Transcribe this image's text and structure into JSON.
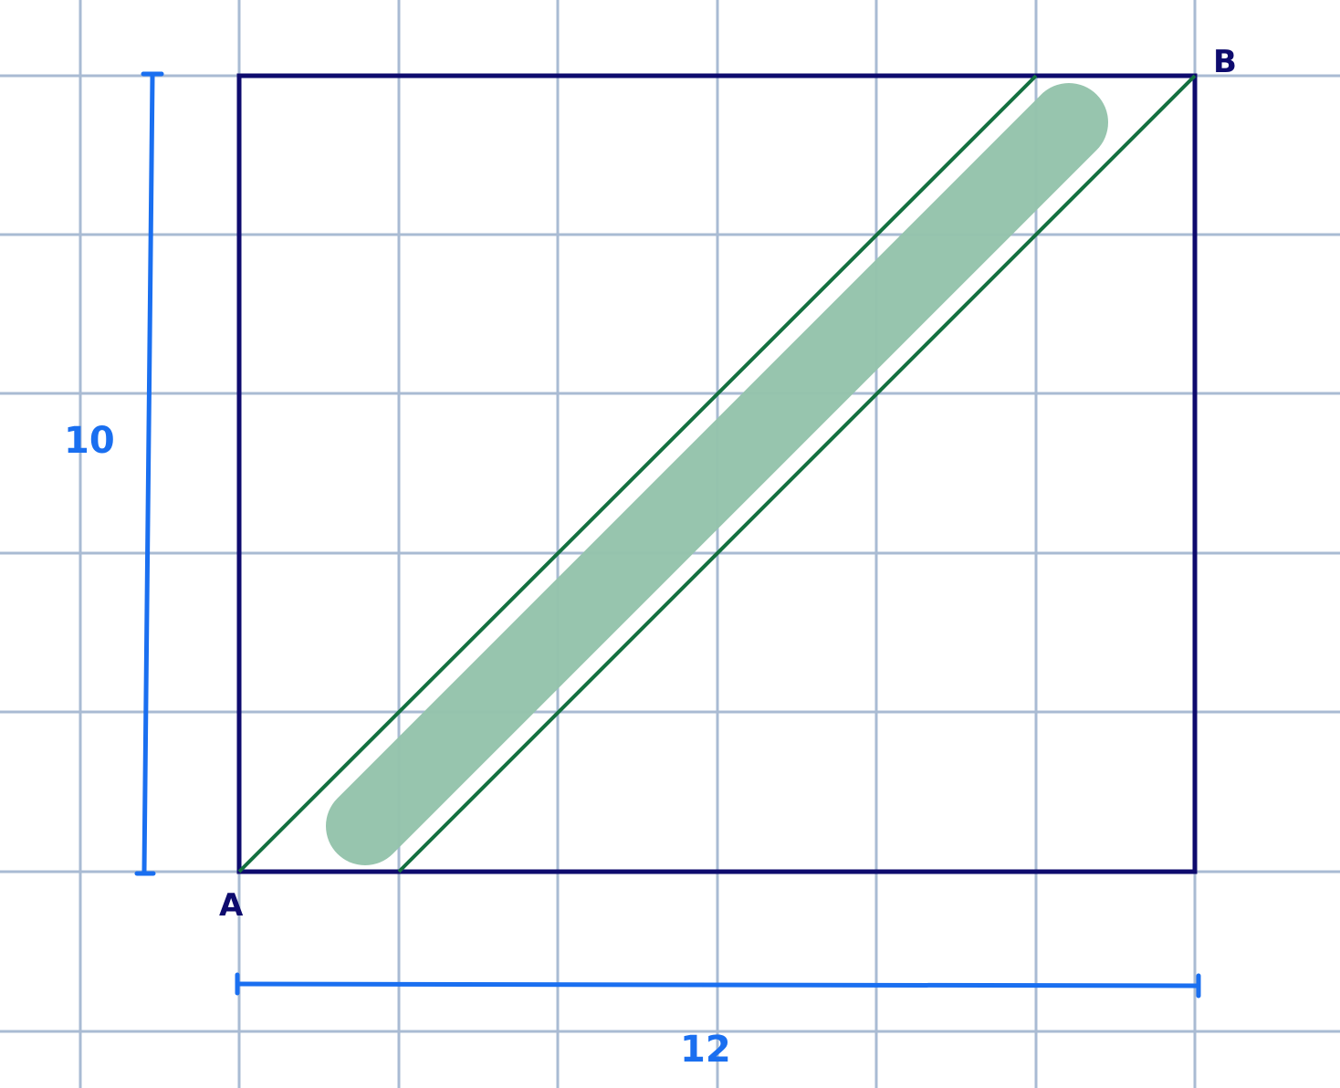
{
  "labels": {
    "corner_a": "A",
    "corner_b": "B",
    "height": "10",
    "width": "12"
  },
  "colors": {
    "grid": "#a9bbd3",
    "rectangle": "#0e0b6e",
    "dimension": "#1a6ff0",
    "band_line": "#147040",
    "band_fill": "#95c4ad",
    "background": "#ffffff"
  }
}
